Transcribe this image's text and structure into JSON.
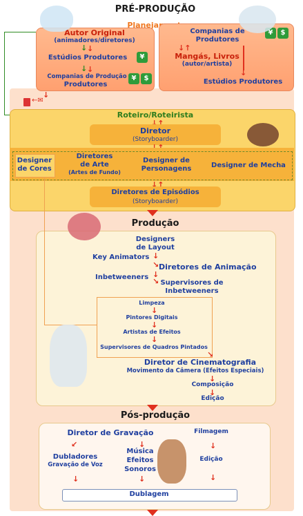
{
  "pre": {
    "title": "PRÉ-PRODUÇÃO",
    "planning": "Planejamento",
    "left": {
      "author": "Autor Original",
      "author_sub": "(animadores/diretores)",
      "studios": "Estúdios Produtores",
      "companies": "Companias de Produção",
      "producers": "Produtores"
    },
    "right": {
      "companies": "Companias de",
      "producers": "Produtores",
      "manga": "Mangás, Livros",
      "manga_sub": "(autor/artista)",
      "studios": "Estúdios Produtores"
    }
  },
  "script": {
    "title": "Roteiro/Roteirista",
    "director": "Diretor",
    "director_sub": "(Storyboarder)",
    "color": [
      "Designer",
      "de Cores"
    ],
    "art": [
      "Diretores",
      "de Arte"
    ],
    "art_sub": "(Artes de Fundo)",
    "characters": [
      "Designer de",
      "Personagens"
    ],
    "mecha": "Designer de Mecha",
    "episode": "Diretores de Episódios",
    "episode_sub": "(Storyboarder)"
  },
  "production": {
    "title": "Produção",
    "layout": [
      "Designers",
      "de Layout"
    ],
    "key": "Key Animators",
    "anim_dir": "Diretores de Animação",
    "inbetweeners": "Inbetweeners",
    "supervisors": [
      "Supervisores de",
      "Inbetweeners"
    ],
    "cleanup": "Limpeza",
    "digital": "Pintores Digitais",
    "effects": "Artistas de Efeitos",
    "paint_sup": "Supervisores de Quadros Pintados",
    "cinema": "Diretor de Cinematografia",
    "camera": "Movimento da Câmera (Efeitos Especiais)",
    "composition": "Composição",
    "edit": "Edição"
  },
  "post": {
    "title": "Pós-produção",
    "recording": "Diretor de Gravação",
    "filming": "Filmagem",
    "dubbers": "Dubladores",
    "voice": "Gravação de Voz",
    "music": [
      "Música",
      "Efeitos",
      "Sonoros"
    ],
    "edit": "Edição",
    "dubbing": "Dublagem"
  },
  "colors": {
    "red_text": "#c8200a",
    "blue_text": "#1f3f9f",
    "green_text": "#2e7d1e",
    "orange_text": "#f07820"
  },
  "icons": [
    "money-icon",
    "trash-icon"
  ]
}
